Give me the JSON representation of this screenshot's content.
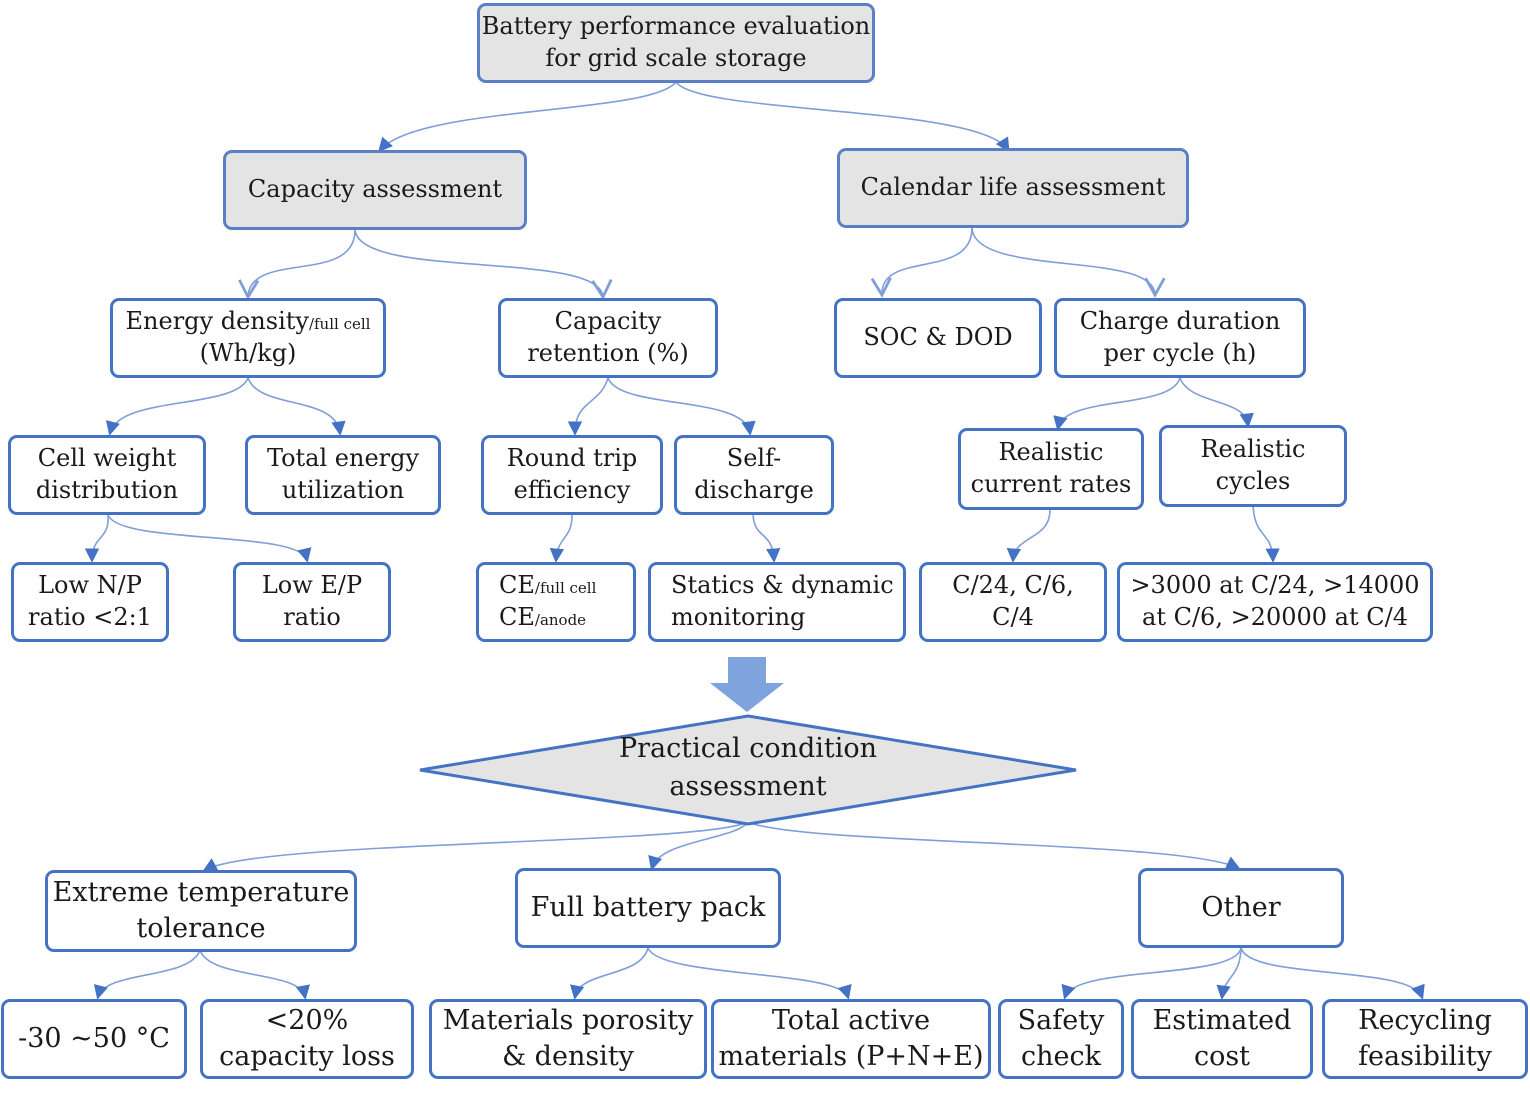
{
  "root": {
    "line1": "Battery performance evaluation",
    "line2": "for grid scale storage"
  },
  "capacity_assessment": "Capacity assessment",
  "calendar_life_assessment": "Calendar life assessment",
  "energy_density": {
    "main": "Energy density",
    "sub": "/full cell",
    "line2": "(Wh/kg)"
  },
  "capacity_retention": {
    "line1": "Capacity",
    "line2": "retention (%)"
  },
  "soc_dod": "SOC & DOD",
  "charge_duration": {
    "line1": "Charge duration",
    "line2": "per cycle (h)"
  },
  "cell_weight": {
    "line1": "Cell weight",
    "line2": "distribution"
  },
  "total_energy": {
    "line1": "Total energy",
    "line2": "utilization"
  },
  "round_trip": {
    "line1": "Round trip",
    "line2": "efficiency"
  },
  "self_discharge": {
    "line1": "Self-",
    "line2": "discharge"
  },
  "realistic_current": {
    "line1": "Realistic",
    "line2": "current rates"
  },
  "realistic_cycles": {
    "line1": "Realistic",
    "line2": "cycles"
  },
  "low_np": {
    "line1": "Low N/P",
    "line2": "ratio <2:1"
  },
  "low_ep": {
    "line1": "Low E/P",
    "line2": "ratio"
  },
  "ce": {
    "main1": "CE",
    "sub1": "/full cell",
    "main2": "CE",
    "sub2": "/anode"
  },
  "statics": {
    "line1": "Statics & dynamic",
    "line2": "monitoring"
  },
  "c_rates": {
    "line1": "C/24, C/6,",
    "line2": "C/4"
  },
  "cycles_numbers": {
    "line1": ">3000 at C/24, >14000",
    "line2": "at C/6, >20000 at C/4"
  },
  "practical": {
    "line1": "Practical condition",
    "line2": "assessment"
  },
  "extreme_temp": {
    "line1": "Extreme temperature",
    "line2": "tolerance"
  },
  "full_pack": "Full battery pack",
  "other": "Other",
  "temp_range": "-30 ~50 °C",
  "capacity_loss": {
    "line1": "<20%",
    "line2": "capacity loss"
  },
  "porosity": {
    "line1": "Materials porosity",
    "line2": "& density"
  },
  "active_materials": {
    "line1": "Total active",
    "line2": "materials (P+N+E)"
  },
  "safety": {
    "line1": "Safety",
    "line2": "check"
  },
  "cost": {
    "line1": "Estimated",
    "line2": "cost"
  },
  "recycling": {
    "line1": "Recycling",
    "line2": "feasibility"
  },
  "colors": {
    "border": "#4472C4",
    "node_fill_grey": "#e4e4e4",
    "arrow": "#4472C4",
    "block_arrow": "#7fa3dc"
  }
}
